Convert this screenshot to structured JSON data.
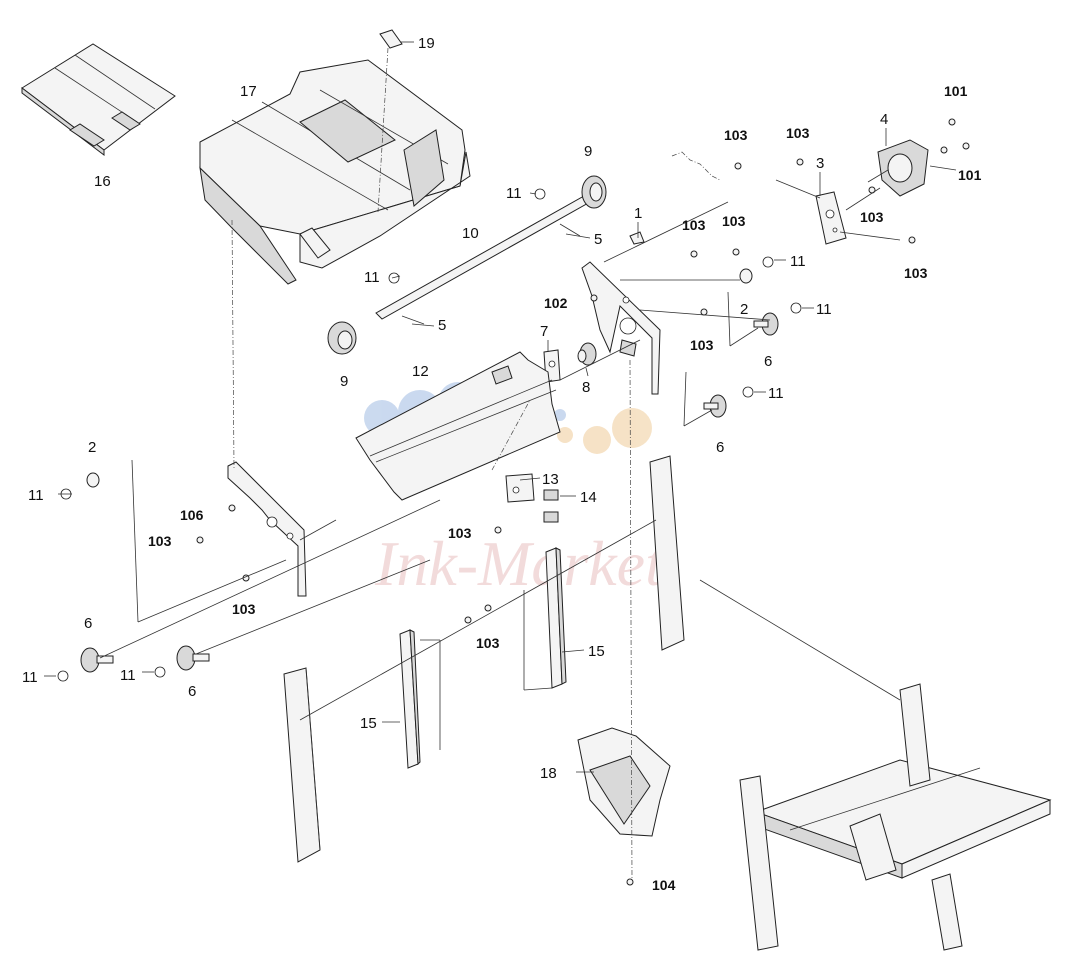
{
  "watermark": {
    "text": "Ink-Market",
    "dot_colors": [
      "#b9cdea",
      "#f3d9b4"
    ]
  },
  "labels": {
    "l1": "1",
    "l2a": "2",
    "l2b": "2",
    "l3": "3",
    "l4": "4",
    "l5a": "5",
    "l5b": "5",
    "l6a": "6",
    "l6b": "6",
    "l6c": "6",
    "l6d": "6",
    "l7": "7",
    "l8": "8",
    "l9a": "9",
    "l9b": "9",
    "l10": "10",
    "l11a": "11",
    "l11b": "11",
    "l11c": "11",
    "l11d": "11",
    "l11e": "11",
    "l11f": "11",
    "l11g": "11",
    "l11h": "11",
    "l12": "12",
    "l13": "13",
    "l14": "14",
    "l15a": "15",
    "l15b": "15",
    "l16": "16",
    "l17": "17",
    "l18": "18",
    "l19": "19",
    "l101a": "101",
    "l101b": "101",
    "l102": "102",
    "l103a": "103",
    "l103b": "103",
    "l103c": "103",
    "l103d": "103",
    "l103e": "103",
    "l103f": "103",
    "l103g": "103",
    "l103h": "103",
    "l103i": "103",
    "l103j": "103",
    "l104": "104",
    "l106": "106"
  }
}
